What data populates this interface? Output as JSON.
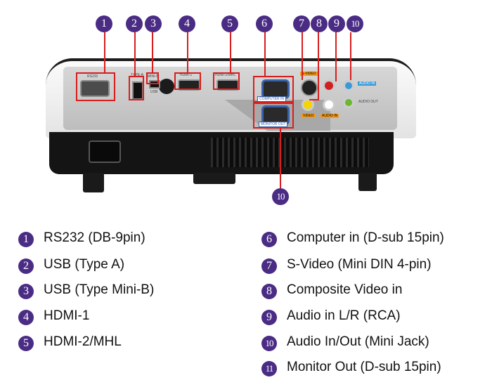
{
  "callouts": [
    "1",
    "2",
    "3",
    "4",
    "5",
    "6",
    "7",
    "8",
    "9",
    "10",
    "10"
  ],
  "port_labels": {
    "rs232": "RS232",
    "type_a": "TYPE-A",
    "mini_b": "MINI-B",
    "usb": "USB",
    "hdmi1": "HDMI-1",
    "hdmi2": "HDMI-2/MHL",
    "computer_in": "COMPUTER IN",
    "monitor_out": "MONITOR OUT",
    "s_video": "S-VIDEO",
    "video": "VIDEO",
    "audio_in": "AUDIO IN",
    "audio_in_right": "AUDIO IN",
    "audio_out": "AUDIO OUT"
  },
  "legend": {
    "left": [
      {
        "num": "1",
        "label": "RS232 (DB-9pin)"
      },
      {
        "num": "2",
        "label": "USB (Type A)"
      },
      {
        "num": "3",
        "label": "USB (Type Mini-B)"
      },
      {
        "num": "4",
        "label": "HDMI-1"
      },
      {
        "num": "5",
        "label": "HDMI-2/MHL"
      }
    ],
    "right": [
      {
        "num": "6",
        "label": "Computer in (D-sub 15pin)"
      },
      {
        "num": "7",
        "label": "S-Video (Mini DIN 4-pin)"
      },
      {
        "num": "8",
        "label": "Composite Video in"
      },
      {
        "num": "9",
        "label": "Audio in L/R (RCA)"
      },
      {
        "num": "10",
        "label": "Audio In/Out (Mini Jack)"
      },
      {
        "num": "11",
        "label": "Monitor Out (D-sub 15pin)"
      }
    ]
  },
  "colors": {
    "badge": "#4a2c84",
    "callout_line": "#d81e1e",
    "vga_blue": "#3a62a8",
    "tag_orange": "#f29a1c"
  }
}
